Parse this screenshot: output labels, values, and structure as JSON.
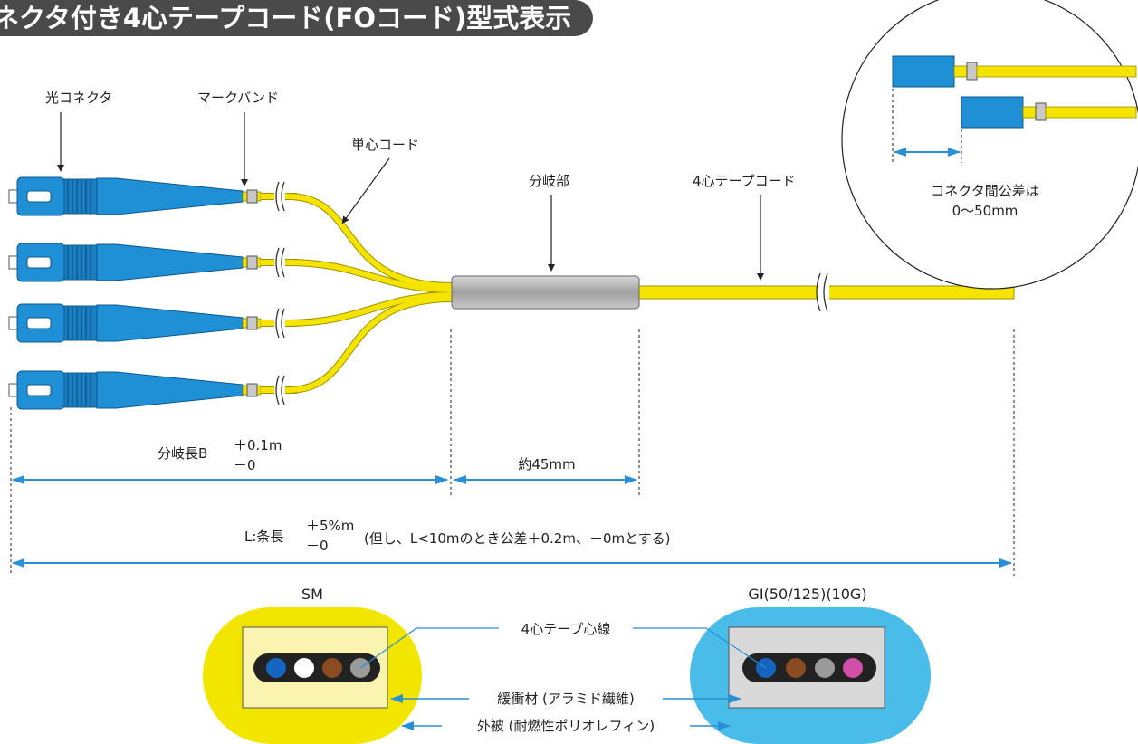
{
  "title": "ネクタ付き4心テープコード(FOコード)型式表示",
  "labels": {
    "connector": "光コネクタ",
    "markband": "マークバンド",
    "single_cord": "単心コード",
    "branch": "分岐部",
    "ribbon_cord": "4心テープコード"
  },
  "inset": {
    "tolerance_line1": "コネクタ間公差は",
    "tolerance_line2": "0〜50mm"
  },
  "dimensions": {
    "branch_length_label": "分岐長B",
    "branch_length_plus": "＋0.1m",
    "branch_length_minus": "－0",
    "branch_part_length": "約45mm",
    "total_length_label": "L:条長",
    "total_length_plus": "＋5%m",
    "total_length_minus": "－0",
    "total_length_note": "(但し、L<10mのとき公差＋0.2m、－0mとする)"
  },
  "cross_section": {
    "left_type": "SM",
    "right_type": "GI(50/125)(10G)",
    "fiber_label": "4心テープ心線",
    "buffer_label": "緩衝材 (アラミド繊維)",
    "sheath_label": "外被 (耐燃性ポリオレフィン)"
  },
  "colors": {
    "connector_blue": "#1f8fd6",
    "cord_yellow": "#f5e400",
    "arrow_blue": "#2a8fd6",
    "sm_sheath": "#f2e600",
    "gi_sheath": "#49bce9",
    "branch_gray": "#a8a8a8",
    "fiber_sm": [
      "#1565c0",
      "#ffffff",
      "#8a4a22",
      "#9a9a9a"
    ],
    "fiber_gi": [
      "#1565c0",
      "#8a4a22",
      "#9a9a9a",
      "#d24fa8"
    ]
  },
  "icons": [
    "optical-connector-icon",
    "mark-band-icon",
    "cord-break-icon",
    "arrow-icon"
  ]
}
